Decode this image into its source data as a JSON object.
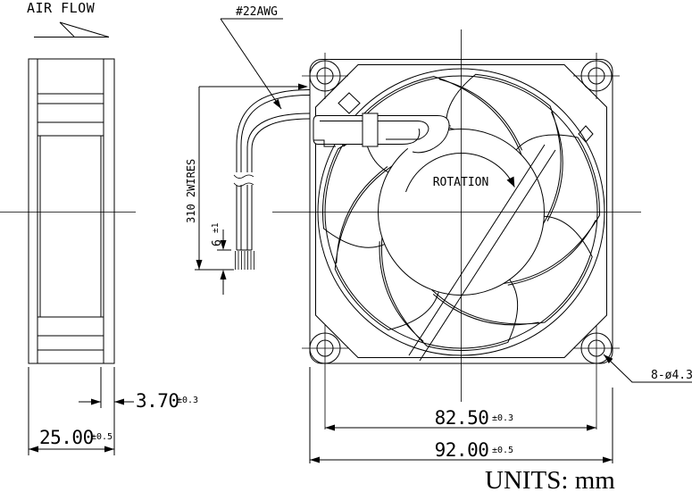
{
  "drawing": {
    "air_flow_label": "AIR FLOW",
    "wire_gauge_label": "#22AWG",
    "wire_length_label": "310 2WIRES",
    "strip_dim": {
      "value": "6",
      "tol": "±1"
    },
    "rotation_label": "ROTATION",
    "holes_label": "8-ø4.3",
    "dim_flange": {
      "value": "3.70",
      "tol": "±0.3"
    },
    "dim_depth": {
      "value": "25.00",
      "tol": "±0.5"
    },
    "dim_hole_spacing": {
      "value": "82.50",
      "tol": "±0.3"
    },
    "dim_frame_width": {
      "value": "92.00",
      "tol": "±0.5"
    },
    "units_label": "UNITS: mm",
    "line_color": "#000000",
    "background_color": "#ffffff"
  }
}
